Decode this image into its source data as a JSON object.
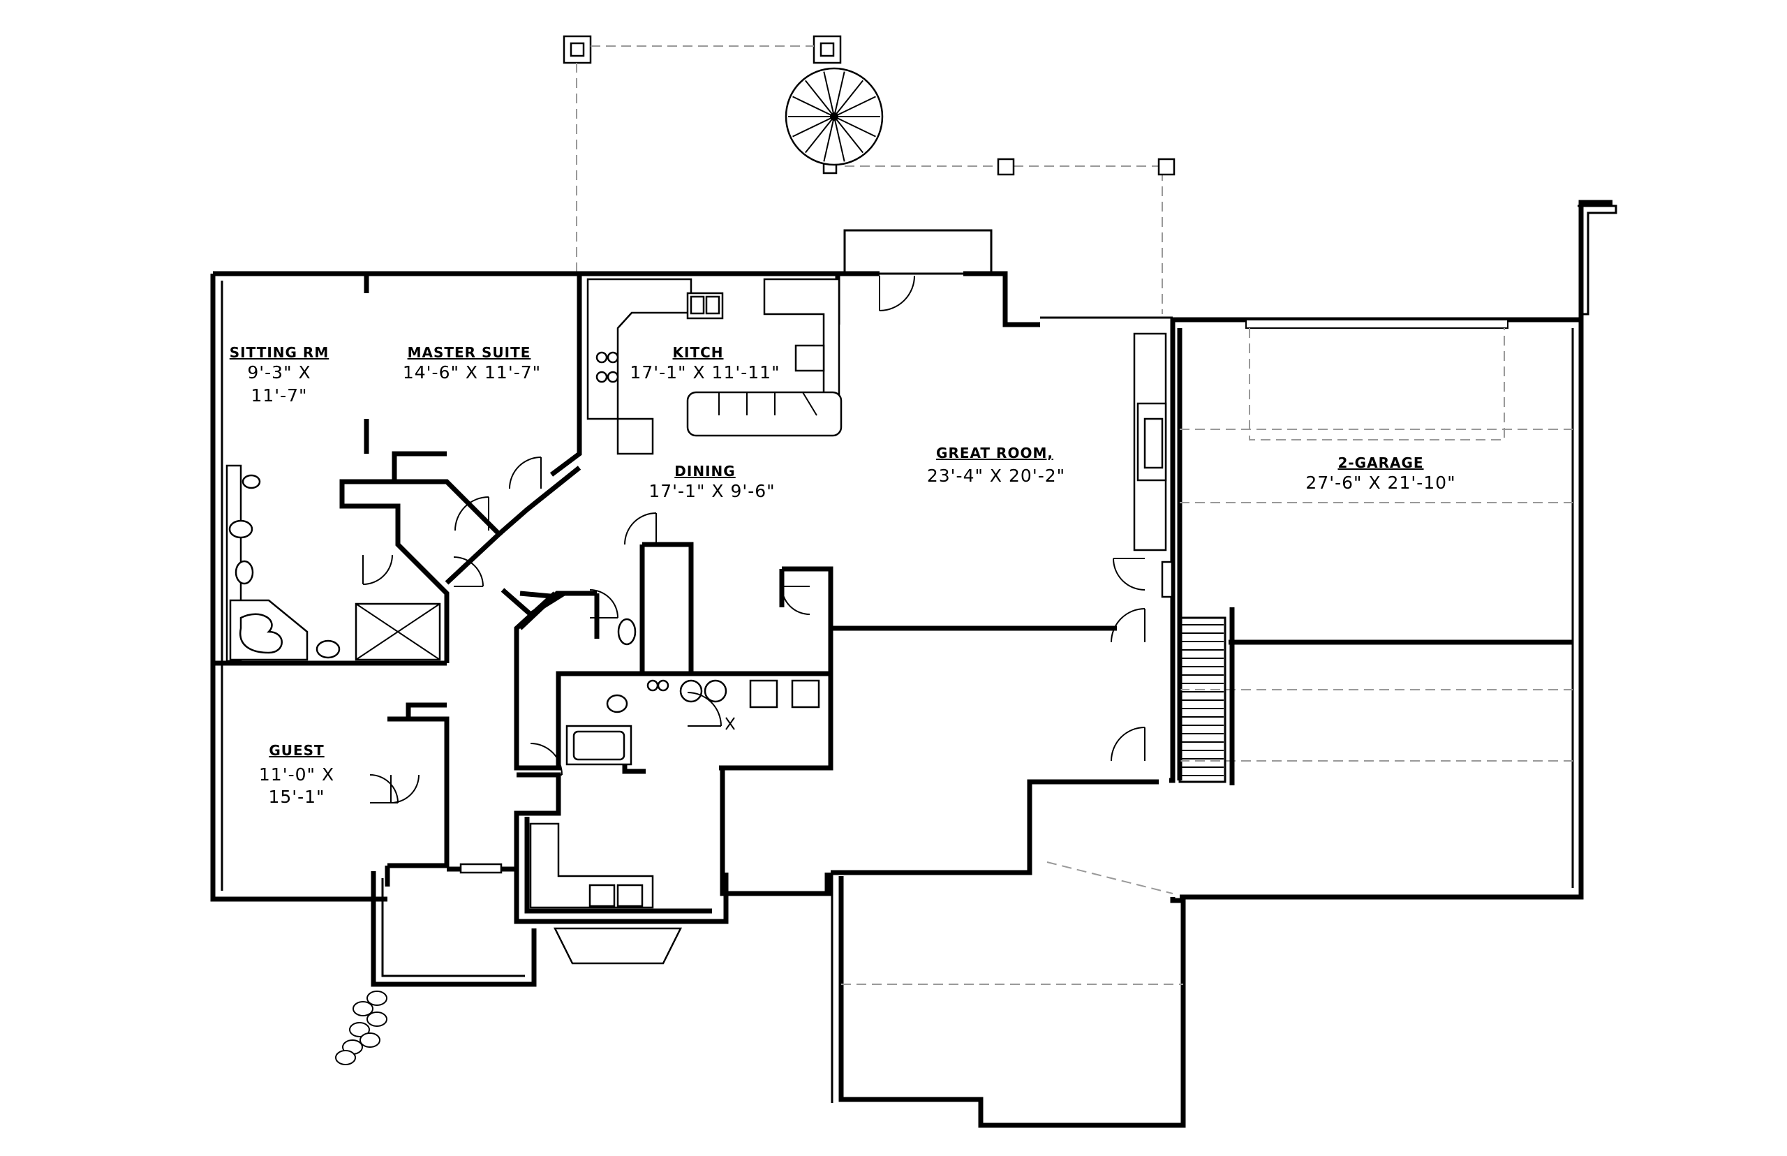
{
  "plan": {
    "rooms": [
      {
        "id": "sitting-rm",
        "name": "SITTING RM",
        "dims": "9'-3\" X",
        "dims2": "11'-7\""
      },
      {
        "id": "master-suite",
        "name": "MASTER SUITE",
        "dims": "14'-6\" X 11'-7\""
      },
      {
        "id": "kitch",
        "name": "KITCH",
        "dims": "17'-1\" X 11'-11\""
      },
      {
        "id": "dining",
        "name": "DINING",
        "dims": "17'-1\" X 9'-6\""
      },
      {
        "id": "great-room",
        "name": "GREAT ROOM,",
        "dims": "23'-4\" X 20'-2\""
      },
      {
        "id": "garage",
        "name": "2-GARAGE",
        "dims": "27'-6\" X 21'-10\""
      },
      {
        "id": "guest",
        "name": "GUEST",
        "dims": "11'-0\" X",
        "dims2": "15'-1\""
      }
    ]
  },
  "colors": {
    "line": "#000000",
    "dashed": "#999999",
    "background": "#ffffff"
  }
}
